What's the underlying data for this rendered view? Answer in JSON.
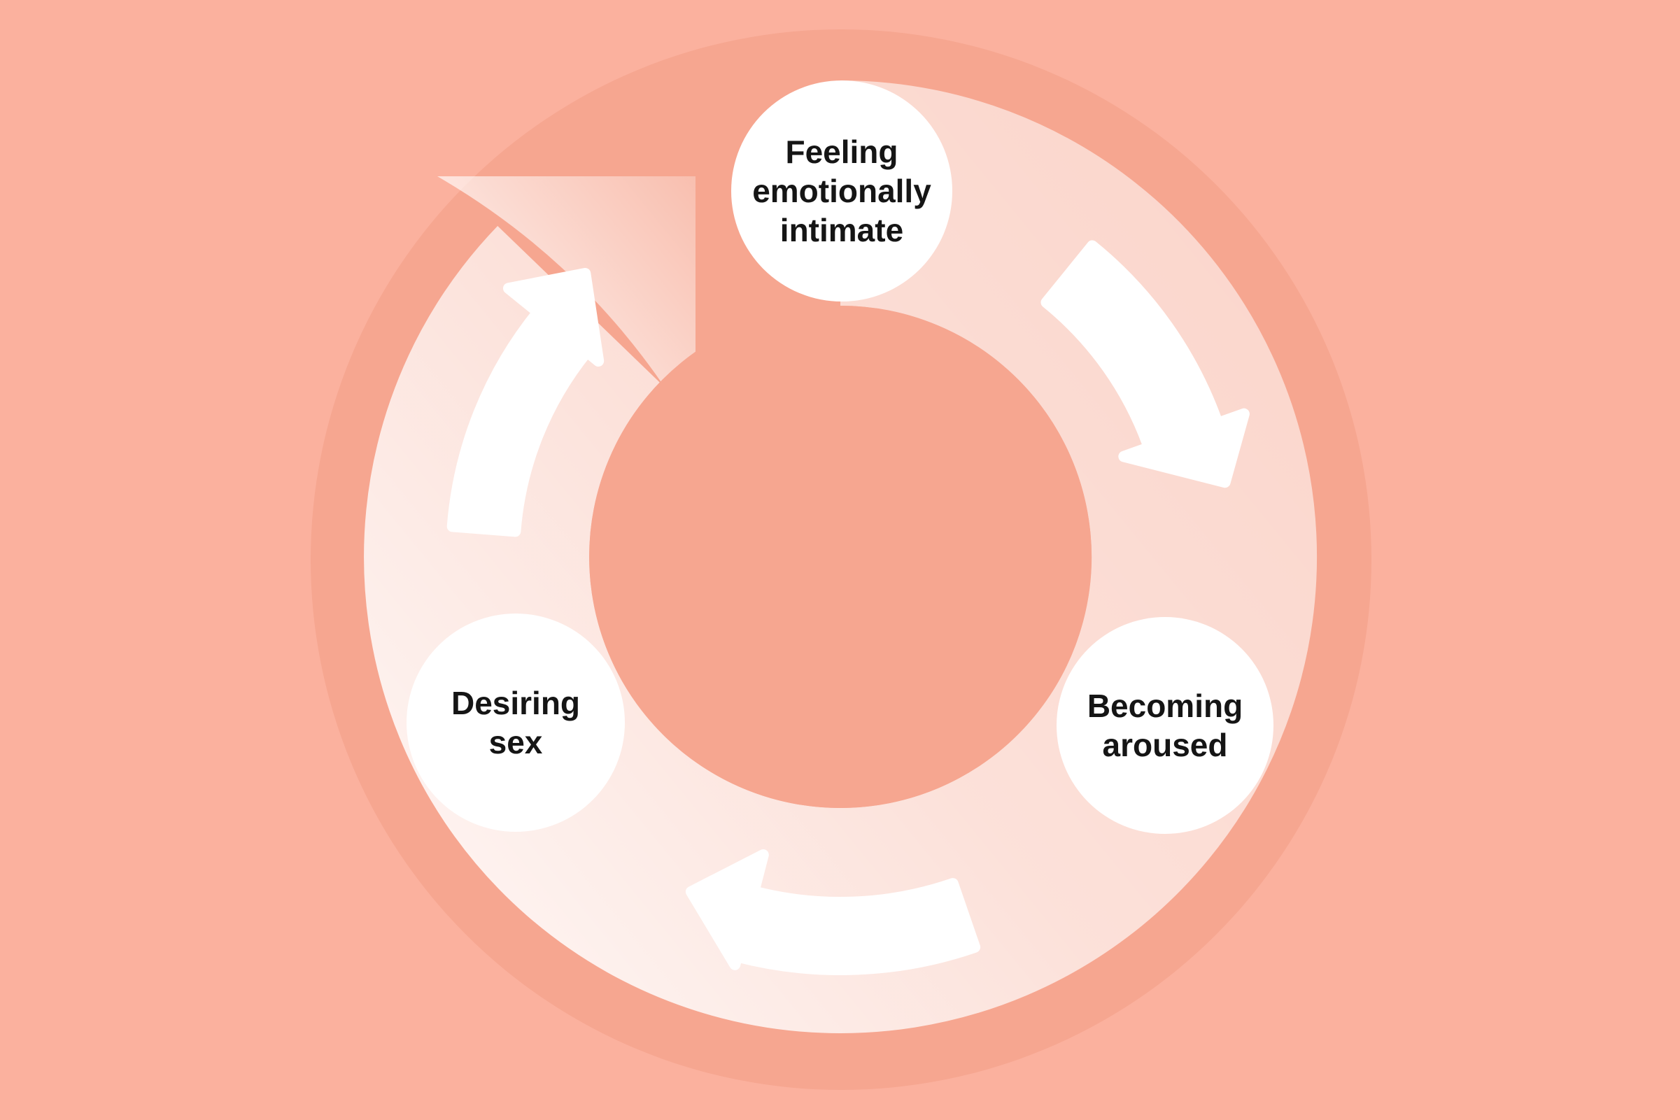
{
  "diagram": {
    "type": "cycle",
    "direction": "clockwise",
    "stage_count": 3
  },
  "stages": [
    {
      "id": "feeling-emotionally-intimate",
      "label": "Feeling\nemotionally\nintimate",
      "position": "top"
    },
    {
      "id": "becoming-aroused",
      "label": "Becoming\naroused",
      "position": "right"
    },
    {
      "id": "desiring-sex",
      "label": "Desiring\nsex",
      "position": "left"
    }
  ],
  "connections": [
    {
      "from": "feeling-emotionally-intimate",
      "to": "becoming-aroused",
      "arrow": "white-curved-arrow-top-right"
    },
    {
      "from": "becoming-aroused",
      "to": "desiring-sex",
      "arrow": "white-curved-arrow-bottom"
    },
    {
      "from": "desiring-sex",
      "to": "feeling-emotionally-intimate",
      "arrow": "white-curved-arrow-left"
    }
  ],
  "colors": {
    "background": "#FBB19E",
    "backdrop_circle": "#F6A690",
    "ring_band": "#FBDAD6",
    "ring_band_highlight": "#FEEFEC",
    "center_hole": "#F6A690",
    "node_fill": "#FFFFFF",
    "node_text": "#151515",
    "arrows": "#FFFFFF"
  }
}
